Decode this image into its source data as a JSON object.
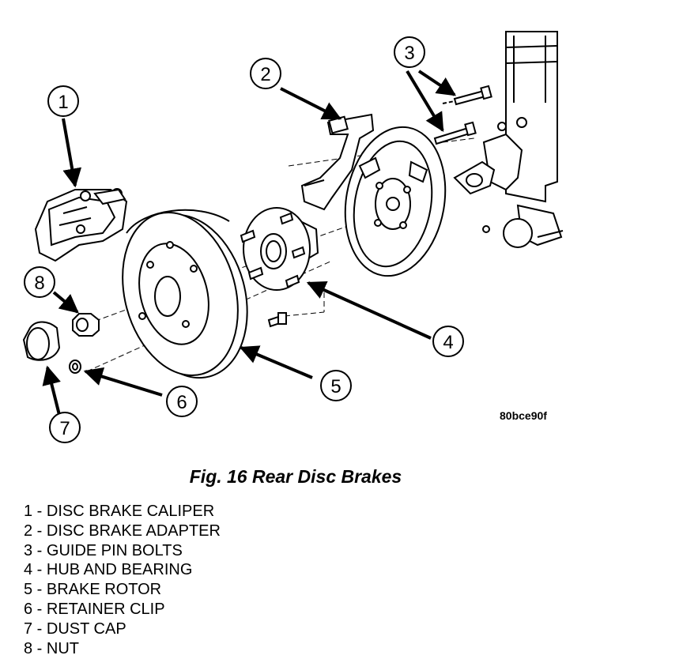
{
  "figure": {
    "code": "80bce90f",
    "caption": "Fig. 16 Rear Disc Brakes",
    "callouts": [
      "1",
      "2",
      "3",
      "4",
      "5",
      "6",
      "7",
      "8"
    ]
  },
  "legend": [
    "1 - DISC BRAKE CALIPER",
    "2 - DISC BRAKE ADAPTER",
    "3 - GUIDE PIN BOLTS",
    "4 - HUB AND BEARING",
    "5 - BRAKE ROTOR",
    "6 - RETAINER CLIP",
    "7 - DUST CAP",
    "8 - NUT"
  ]
}
